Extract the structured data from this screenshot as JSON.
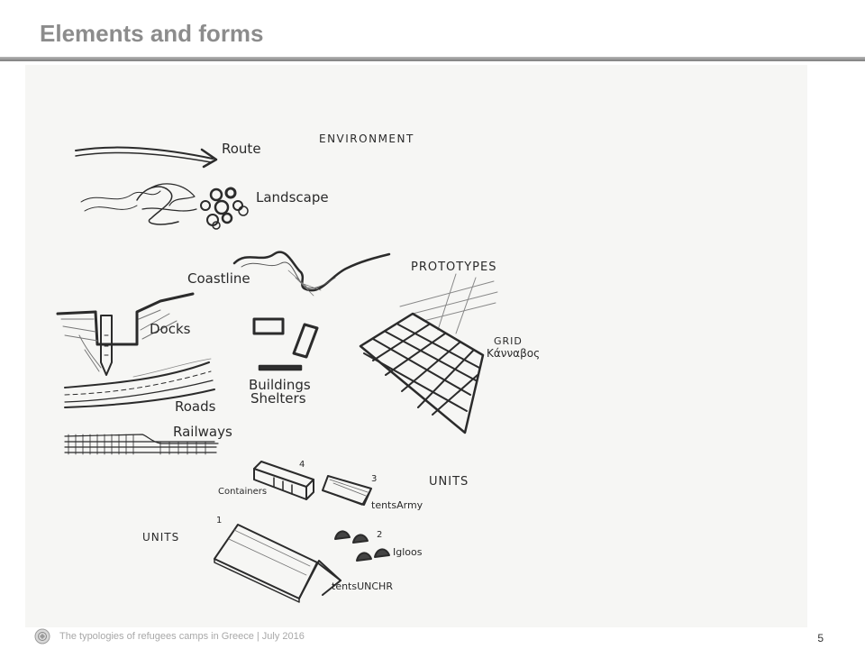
{
  "slide": {
    "title": "Elements and forms",
    "page_number": "5"
  },
  "footer": {
    "text": "The typologies of refugees camps in Greece | July 2016",
    "logo_icon": "university-seal-icon"
  },
  "sketch": {
    "labels": {
      "route": "Route",
      "environment": "ENVIRONMENT",
      "landscape": "Landscape",
      "coastline": "Coastline",
      "prototypes": "PROTOTYPES",
      "docks": "Docks",
      "grid": "GRID",
      "kavvavos": "Κάνναβος",
      "buildings": "Buildings",
      "shelters": "Shelters",
      "roads": "Roads",
      "railways": "Railways",
      "num_4": "4",
      "containers": "Containers",
      "num_3": "3",
      "units_right": "UNITS",
      "tents_army": "tentsArmy",
      "num_1": "1",
      "units_left": "UNITS",
      "num_2": "2",
      "igloos": "Igloos",
      "tents_unhcr": "tentsUNCHR"
    }
  }
}
